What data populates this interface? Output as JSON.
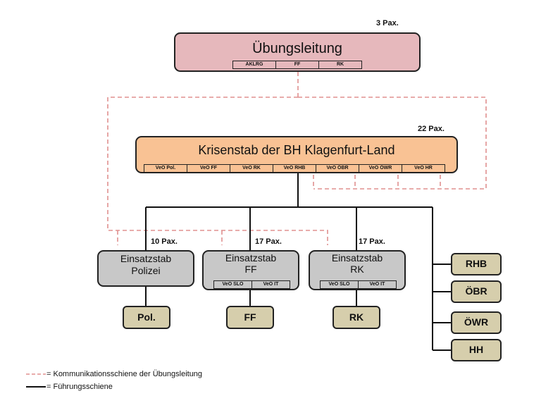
{
  "colors": {
    "top_fill": "#e6b8bc",
    "krisenstab_fill": "#f9c294",
    "einsatzstab_fill": "#c8c8c8",
    "unit_fill": "#d6ceac",
    "comm_line": "#e0908f",
    "lead_line": "#111111"
  },
  "uebungsleitung": {
    "title": "Übungsleitung",
    "pax": "3 Pax.",
    "subs": [
      "AKLRG",
      "FF",
      "RK"
    ]
  },
  "krisenstab": {
    "title": "Krisenstab der BH Klagenfurt-Land",
    "pax": "22 Pax.",
    "subs": [
      "VeO Pol.",
      "VeO FF",
      "VeO RK",
      "VeO RHB",
      "VeO ÖBR",
      "VeO ÖWR",
      "VeO HR"
    ]
  },
  "einsatzstab_polizei": {
    "line1": "Einsatzstab",
    "line2": "Polizei",
    "pax": "10 Pax.",
    "unit": "Pol."
  },
  "einsatzstab_ff": {
    "line1": "Einsatzstab",
    "line2": "FF",
    "pax": "17 Pax.",
    "subs": [
      "VeO SLO",
      "VeO IT"
    ],
    "unit": "FF"
  },
  "einsatzstab_rk": {
    "line1": "Einsatzstab",
    "line2": "RK",
    "pax": "17 Pax.",
    "subs": [
      "VeO SLO",
      "VeO IT"
    ],
    "unit": "RK"
  },
  "side_units": [
    "RHB",
    "ÖBR",
    "ÖWR",
    "HH"
  ],
  "legend": {
    "comm": "= Kommunikationsschiene der Übungsleitung",
    "lead": "= Führungsschiene"
  }
}
